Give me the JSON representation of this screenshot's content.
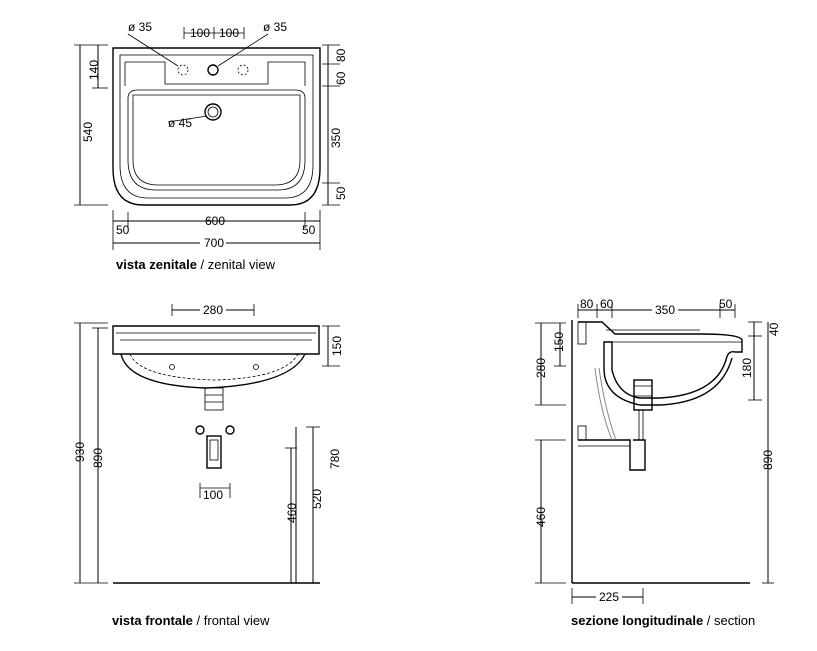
{
  "views": {
    "top": {
      "caption_bold": "vista zenitale",
      "caption_sep": " / ",
      "caption_en": "zenital view",
      "dims": {
        "hole_left": "ø 35",
        "hole_right": "ø 35",
        "spacing_left": "100",
        "spacing_right": "100",
        "drain": "ø 45",
        "depth_total": "540",
        "depth_back": "140",
        "right_80": "80",
        "right_60": "60",
        "right_350": "350",
        "right_50": "50",
        "bowl_width": "600",
        "side_left": "50",
        "side_right": "50",
        "overall_width": "700"
      }
    },
    "front": {
      "caption_bold": "vista frontale",
      "caption_sep": " / ",
      "caption_en": "frontal view",
      "dims": {
        "top_width": "280",
        "height_150": "150",
        "h_930": "930",
        "h_890": "890",
        "h_780": "780",
        "h_520": "520",
        "h_460": "460",
        "spacing_100": "100"
      }
    },
    "section": {
      "caption_bold": "sezione longitudinale",
      "caption_sep": " / ",
      "caption_en": "section",
      "dims": {
        "d_80": "80",
        "d_60": "60",
        "d_350": "350",
        "d_50": "50",
        "d_40": "40",
        "d_150": "150",
        "d_280": "280",
        "d_180": "180",
        "d_890": "890",
        "d_460": "460",
        "d_225": "225"
      }
    }
  }
}
